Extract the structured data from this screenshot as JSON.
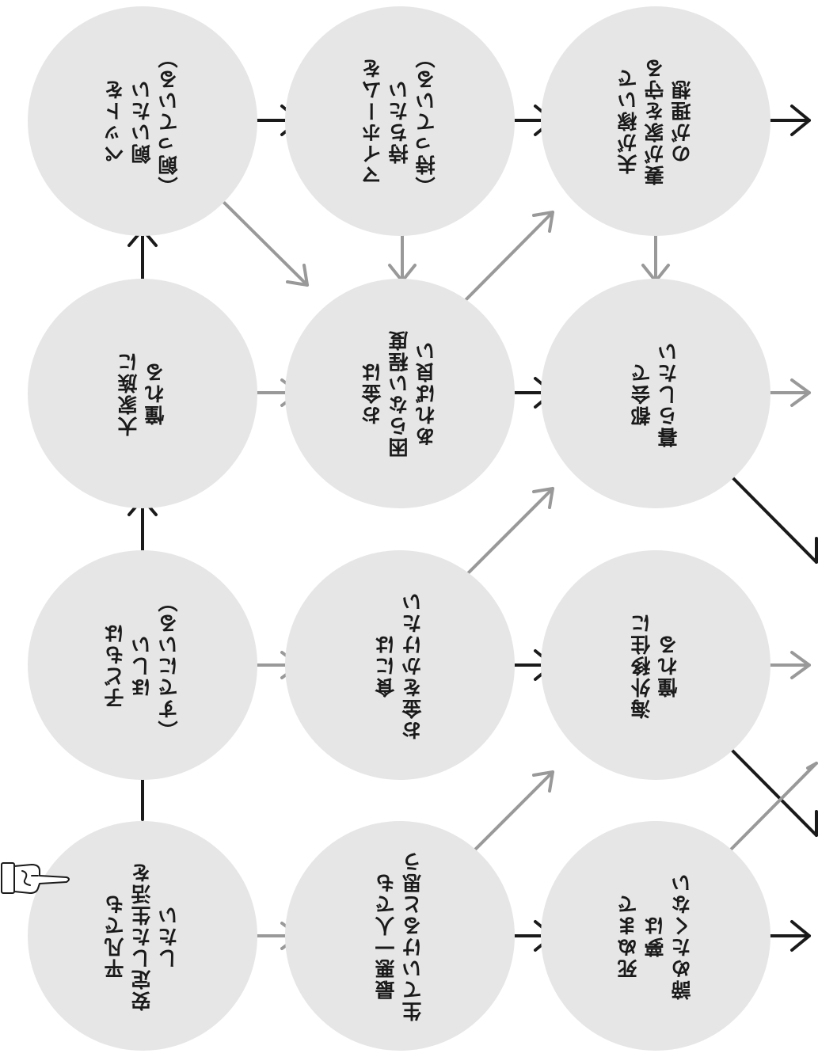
{
  "colors": {
    "circle": "#e6e6e6",
    "dark_arrow": "#1a1a1a",
    "light_arrow": "#999999"
  },
  "start_marker": "pointing-hand-icon",
  "nodes": [
    {
      "id": "n11",
      "lines": [
        "平凡でも",
        "安定した生活を",
        "したい"
      ]
    },
    {
      "id": "n12",
      "lines": [
        "子どもは",
        "ほしい",
        "（すでにいる）"
      ]
    },
    {
      "id": "n13",
      "lines": [
        "大家族に",
        "憧れる"
      ]
    },
    {
      "id": "n14",
      "lines": [
        "ペットを",
        "飼いたい",
        "（飼っている）"
      ]
    },
    {
      "id": "n21",
      "lines": [
        "最悪一人でも",
        "生ていけると思う"
      ]
    },
    {
      "id": "n22",
      "lines": [
        "食には",
        "お金をかけたい"
      ]
    },
    {
      "id": "n23",
      "lines": [
        "お金は",
        "困らない程度",
        "あれば良い"
      ]
    },
    {
      "id": "n24",
      "lines": [
        "マイホームを",
        "持ちたい",
        "（持っている）"
      ]
    },
    {
      "id": "n31",
      "lines": [
        "死ぬまで",
        "夢は",
        "諦めたくない"
      ]
    },
    {
      "id": "n32",
      "lines": [
        "海外移住に",
        "憧れる"
      ]
    },
    {
      "id": "n33",
      "lines": [
        "都会で",
        "暮らしたい"
      ]
    },
    {
      "id": "n34",
      "lines": [
        "夫が稼いで",
        "妻が家を守る",
        "のが理想"
      ]
    }
  ]
}
